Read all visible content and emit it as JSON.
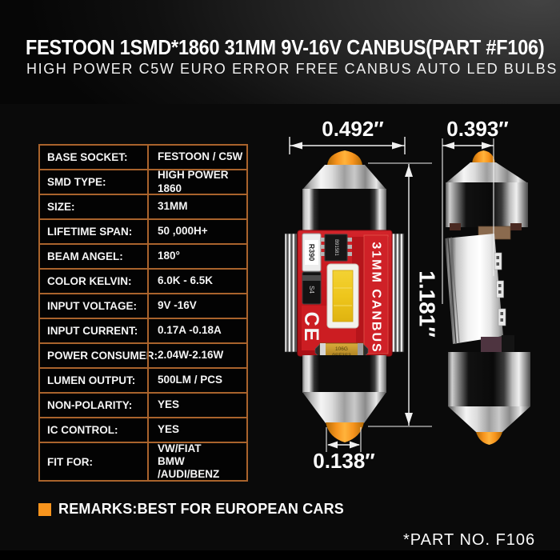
{
  "header": {
    "title": "FESTOON 1SMD*1860 31MM 9V-16V CANBUS(PART #F106)",
    "subtitle": "HIGH POWER C5W EURO ERROR FREE CANBUS AUTO LED BULBS"
  },
  "spec_table": {
    "rows": [
      {
        "label": "BASE SOCKET:",
        "value": "FESTOON / C5W"
      },
      {
        "label": "SMD TYPE:",
        "value": "HIGH POWER 1860"
      },
      {
        "label": "SIZE:",
        "value": "31MM"
      },
      {
        "label": "LIFETIME SPAN:",
        "value": "50 ,000H+"
      },
      {
        "label": "BEAM ANGEL:",
        "value": "180°"
      },
      {
        "label": "COLOR KELVIN:",
        "value": "6.0K - 6.5K"
      },
      {
        "label": "INPUT VOLTAGE:",
        "value": "9V -16V"
      },
      {
        "label": "INPUT  CURRENT:",
        "value": "0.17A -0.18A"
      },
      {
        "label": "POWER CONSUMER:",
        "value": "2.04W-2.16W"
      },
      {
        "label": "LUMEN OUTPUT:",
        "value": "500LM / PCS"
      },
      {
        "label": "NON-POLARITY:",
        "value": "YES"
      },
      {
        "label": "IC CONTROL:",
        "value": "YES"
      },
      {
        "label": "FIT FOR:",
        "value": "VW/FIAT\nBMW /AUDI/BENZ"
      }
    ]
  },
  "diagram": {
    "dims": {
      "front_width": "0.492″",
      "side_width": "0.393″",
      "length": "1.181″",
      "tip_width": "0.138″"
    },
    "pcb": {
      "side_label": "31MM CANBUS",
      "resistor_label": "R390",
      "chip_label": "B91581",
      "diode_label": "S4",
      "capacitor_label_line1": "106G",
      "capacitor_label_line2": "9SF3S3",
      "ce_mark": "CE"
    }
  },
  "remarks": {
    "text": "REMARKS:BEST FOR EUROPEAN CARS"
  },
  "part_no": {
    "text": "*PART NO. F106"
  },
  "colors": {
    "accent_orange": "#f7941d",
    "table_border_orange": "#a9632c",
    "pcb_red": "#c4161c",
    "led_yellow": "#eec61c",
    "background": "#000000"
  }
}
